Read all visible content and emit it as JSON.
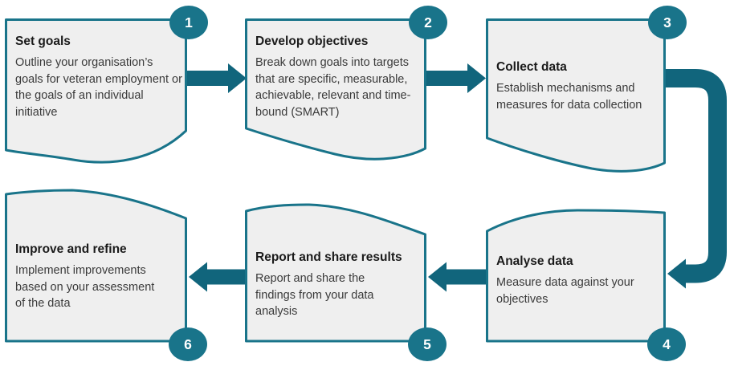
{
  "steps": [
    {
      "number": "1",
      "title": "Set goals",
      "description": "Outline your organisation’s goals for veteran employment or the goals of an individual initiative"
    },
    {
      "number": "2",
      "title": "Develop objectives",
      "description": "Break down goals into targets that are specific, measurable, achievable, relevant and time-bound (SMART)"
    },
    {
      "number": "3",
      "title": "Collect data",
      "description": "Establish mechanisms and measures for data collection"
    },
    {
      "number": "4",
      "title": "Analyse data",
      "description": "Measure data against your objectives"
    },
    {
      "number": "5",
      "title": "Report and share results",
      "description": "Report and share the findings from your data analysis"
    },
    {
      "number": "6",
      "title": "Improve and refine",
      "description": "Implement improvements based on your assessment of the data"
    }
  ],
  "colors": {
    "teal_accent": "#19748a",
    "teal_arrow": "#11657c",
    "box_fill": "#efefef",
    "heading_text": "#1a1a1a",
    "body_text": "#3a3a3a",
    "background": "#ffffff"
  }
}
